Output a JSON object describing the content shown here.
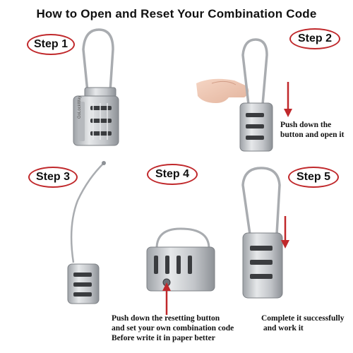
{
  "title": "How to Open and Reset Your Combination Code",
  "steps": [
    {
      "label": "Step 1"
    },
    {
      "label": "Step 2"
    },
    {
      "label": "Step 3"
    },
    {
      "label": "Step 4"
    },
    {
      "label": "Step 5"
    }
  ],
  "captions": {
    "step2": [
      "Push down the",
      "button and open it"
    ],
    "step4": [
      "Push down the resetting button",
      "and set your own combination code",
      "Before write it in paper better"
    ],
    "step5": [
      "Complete it successfully",
      " and work it"
    ]
  },
  "brand_text": "GoLockWay",
  "colors": {
    "accent": "#c0282b",
    "lock": "#c9cbce",
    "cable": "#a9acb0"
  }
}
